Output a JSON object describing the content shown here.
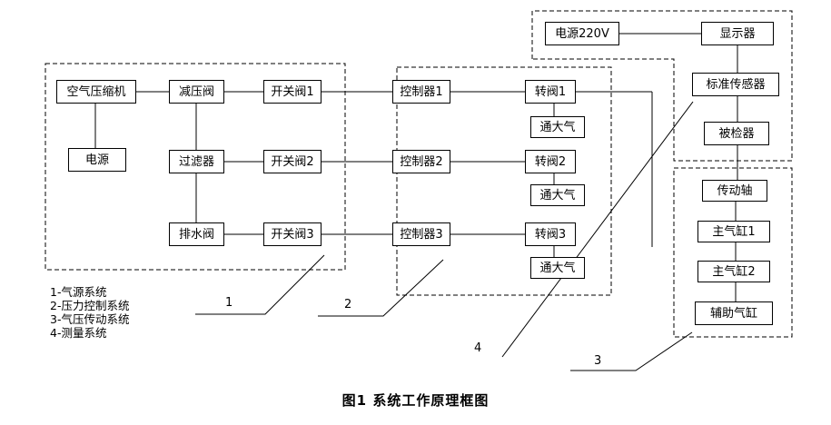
{
  "figure": {
    "caption": "图1  系统工作原理框图",
    "legend": {
      "item1": "1-气源系统",
      "item2": "2-压力控制系统",
      "item3": "3-气压传动系统",
      "item4": "4-测量系统"
    },
    "callouts": {
      "c1": "1",
      "c2": "2",
      "c3": "3",
      "c4": "4"
    },
    "nodes": {
      "air_compressor": "空气压缩机",
      "power_supply": "电源",
      "pressure_reducing_valve": "减压阀",
      "filter": "过滤器",
      "drain_valve": "排水阀",
      "switch_valve_1": "开关阀1",
      "switch_valve_2": "开关阀2",
      "switch_valve_3": "开关阀3",
      "controller_1": "控制器1",
      "controller_2": "控制器2",
      "controller_3": "控制器3",
      "rotary_valve_1": "转阀1",
      "rotary_valve_2": "转阀2",
      "rotary_valve_3": "转阀3",
      "to_atmosphere_1": "通大气",
      "to_atmosphere_2": "通大气",
      "to_atmosphere_3": "通大气",
      "power_220v": "电源220V",
      "display": "显示器",
      "standard_sensor": "标准传感器",
      "device_under_test": "被检器",
      "drive_shaft": "传动轴",
      "main_cylinder_1": "主气缸1",
      "main_cylinder_2": "主气缸2",
      "auxiliary_cylinder": "辅助气缸"
    }
  }
}
